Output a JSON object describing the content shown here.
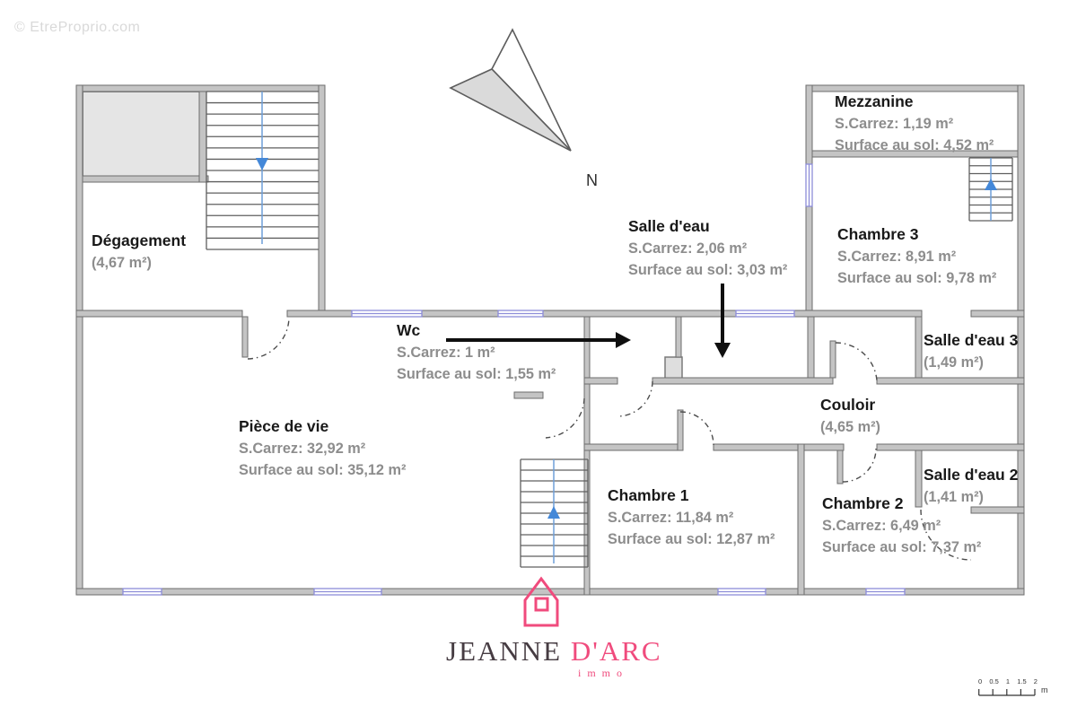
{
  "watermark": "© EtreProprio.com",
  "compass": {
    "label": "N"
  },
  "rooms": {
    "degagement": {
      "name": "Dégagement",
      "area": "(4,67 m²)"
    },
    "mezzanine": {
      "name": "Mezzanine",
      "carrez": "S.Carrez: 1,19 m²",
      "floor": "Surface au sol: 4,52 m²"
    },
    "chambre3": {
      "name": "Chambre 3",
      "carrez": "S.Carrez: 8,91 m²",
      "floor": "Surface au sol: 9,78 m²"
    },
    "salle_eau": {
      "name": "Salle d'eau",
      "carrez": "S.Carrez: 2,06 m²",
      "floor": "Surface au sol: 3,03 m²"
    },
    "wc": {
      "name": "Wc",
      "carrez": "S.Carrez: 1 m²",
      "floor": "Surface au sol: 1,55 m²"
    },
    "piece_de_vie": {
      "name": "Pièce de vie",
      "carrez": "S.Carrez: 32,92 m²",
      "floor": "Surface au sol: 35,12 m²"
    },
    "chambre1": {
      "name": "Chambre 1",
      "carrez": "S.Carrez: 11,84 m²",
      "floor": "Surface au sol: 12,87 m²"
    },
    "couloir": {
      "name": "Couloir",
      "area": "(4,65 m²)"
    },
    "salle_eau3": {
      "name": "Salle d'eau 3",
      "area": "(1,49 m²)"
    },
    "salle_eau2": {
      "name": "Salle d'eau 2",
      "area": "(1,41 m²)"
    },
    "chambre2": {
      "name": "Chambre 2",
      "carrez": "S.Carrez: 6,49 m²",
      "floor": "Surface au sol: 7,37 m²"
    }
  },
  "logo": {
    "brand_primary": "JEANNE",
    "brand_secondary": "D'ARC",
    "tagline": "immo"
  },
  "scale_bar": {
    "ticks": [
      "0",
      "0.5",
      "1",
      "1.5",
      "2"
    ],
    "unit": "m"
  },
  "colors": {
    "accent_pink": "#f04b7d",
    "window_blue": "#8d8dd8",
    "stair_arrow_blue": "#4488d8",
    "wall_gray": "#c4c4c4",
    "label_gray": "#8d8d8d"
  }
}
